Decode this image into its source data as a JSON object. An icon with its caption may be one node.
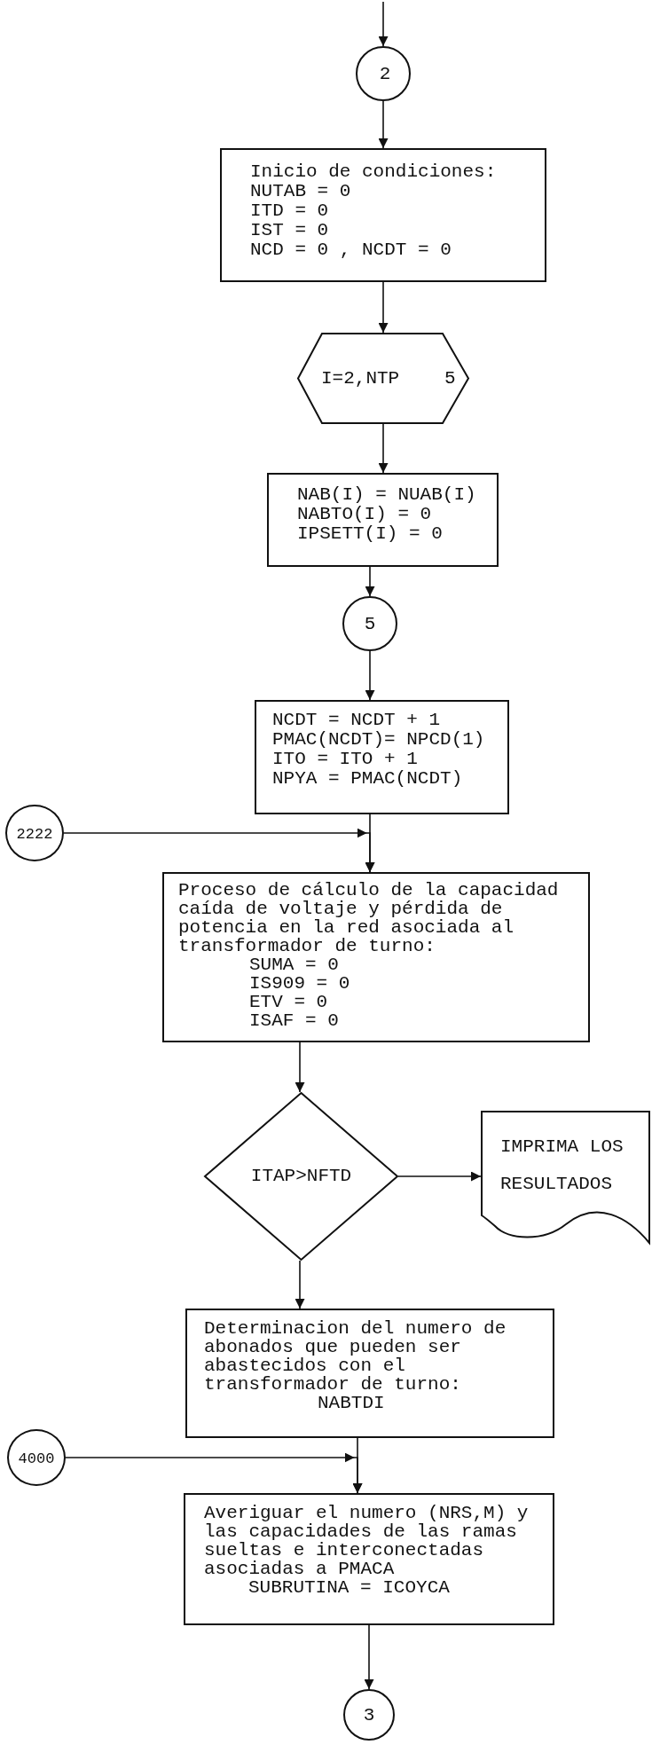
{
  "diagram": {
    "nodes": [
      {
        "text": [
          "2"
        ]
      },
      {
        "text": [
          "Inicio de condiciones:",
          "NUTAB = 0",
          "ITD = 0",
          "IST = 0",
          "NCD = 0 , NCDT = 0"
        ]
      },
      {
        "text": [
          "I=2,NTP",
          "5"
        ]
      },
      {
        "text": [
          "NAB(I) = NUAB(I)",
          "NABTO(I) = 0",
          "IPSETT(I) = 0"
        ]
      },
      {
        "text": [
          "5"
        ]
      },
      {
        "text": [
          "NCDT = NCDT + 1",
          "PMAC(NCDT)= NPCD(1)",
          "ITO = ITO + 1",
          "NPYA = PMAC(NCDT)"
        ]
      },
      {
        "text": [
          "2222"
        ]
      },
      {
        "text": [
          "Proceso de cálculo de la capacidad caída de voltaje y pérdida de potencia en la red asociada al transformador de turno:",
          "SUMA = 0",
          "IS909 = 0",
          "ETV = 0",
          "ISAF = 0"
        ]
      },
      {
        "text": [
          "ITAP>NFTD"
        ]
      },
      {
        "text": [
          "IMPRIMA LOS RESULTADOS"
        ]
      },
      {
        "text": [
          "Determinacion del numero de abonados que pueden ser abastecidos con el transformador de turno:",
          "NABTDI"
        ]
      },
      {
        "text": [
          "4000"
        ]
      },
      {
        "text": [
          "Averiguar el numero (NRS,M) y las capacidades de las ramas sueltas e interconectadas asociadas a PMACA",
          "SUBRUTINA = ICOYCA"
        ]
      },
      {
        "text": [
          "3"
        ]
      }
    ],
    "edges": [
      {
        "from": null,
        "to": 0,
        "arrow": "to"
      },
      {
        "from": 0,
        "to": 1,
        "arrow": "to"
      },
      {
        "from": 1,
        "to": 2,
        "arrow": "to"
      },
      {
        "from": 2,
        "to": 3,
        "arrow": "to"
      },
      {
        "from": 3,
        "to": 4,
        "arrow": "to"
      },
      {
        "from": 4,
        "to": 5,
        "arrow": "to"
      },
      {
        "from": 5,
        "to": 7,
        "arrow": "to"
      },
      {
        "from": 6,
        "to": 7,
        "arrow": "to"
      },
      {
        "from": 7,
        "to": 8,
        "arrow": "to"
      },
      {
        "from": 8,
        "to": 9,
        "arrow": "to"
      },
      {
        "from": 8,
        "to": 10,
        "arrow": "to"
      },
      {
        "from": 10,
        "to": 12,
        "arrow": "to"
      },
      {
        "from": 11,
        "to": 12,
        "arrow": "to"
      },
      {
        "from": 12,
        "to": 13,
        "arrow": "to"
      }
    ]
  }
}
